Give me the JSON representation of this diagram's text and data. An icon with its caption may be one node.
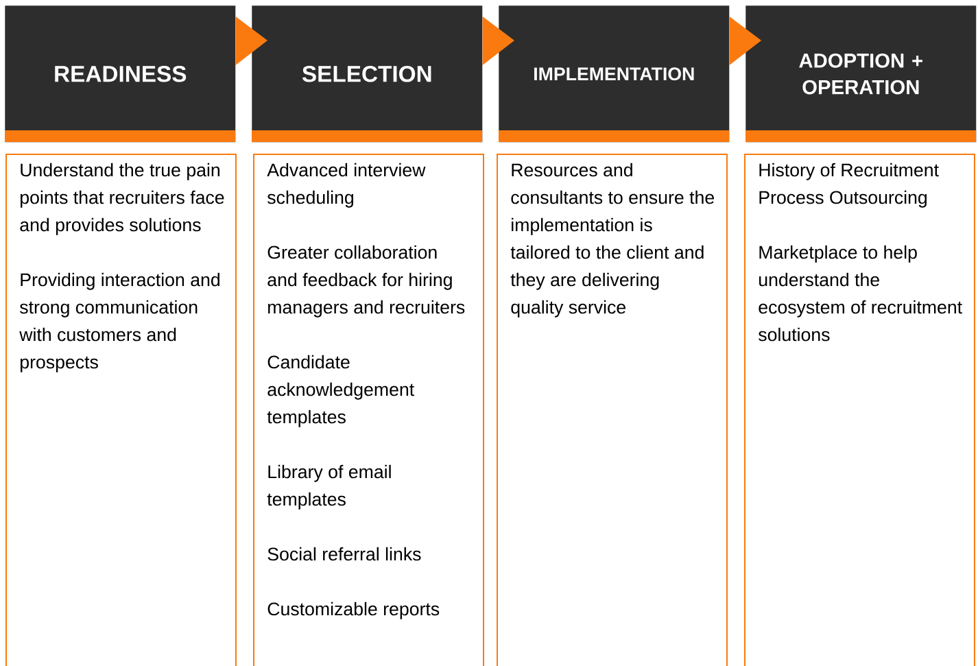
{
  "diagram": {
    "nodes": [
      {
        "text": [
          "READINESS"
        ]
      },
      {
        "text": [
          "SELECTION"
        ]
      },
      {
        "text": [
          "IMPLEMENTATION"
        ]
      },
      {
        "text": [
          "ADOPTION + OPERATION"
        ]
      },
      {
        "text": [
          "Understand the true pain points that recruiters face and provides solutions",
          "Providing interaction and strong communication with customers and prospects"
        ]
      },
      {
        "text": [
          "Advanced interview scheduling",
          "Greater collaboration and feedback for hiring managers and recruiters",
          "Candidate acknowledgement templates",
          "Library of email templates",
          "Social referral links",
          "Customizable reports"
        ]
      },
      {
        "text": [
          "Resources and consultants to ensure the implementation is tailored to the client and they are delivering quality service"
        ]
      },
      {
        "text": [
          "History of Recruitment Process Outsourcing",
          "Marketplace to help understand the ecosystem of recruitment solutions"
        ]
      }
    ],
    "edges": [
      {
        "from": 0,
        "to": 1,
        "arrow": "to"
      },
      {
        "from": 1,
        "to": 2,
        "arrow": "to"
      },
      {
        "from": 2,
        "to": 3,
        "arrow": "to"
      }
    ]
  }
}
